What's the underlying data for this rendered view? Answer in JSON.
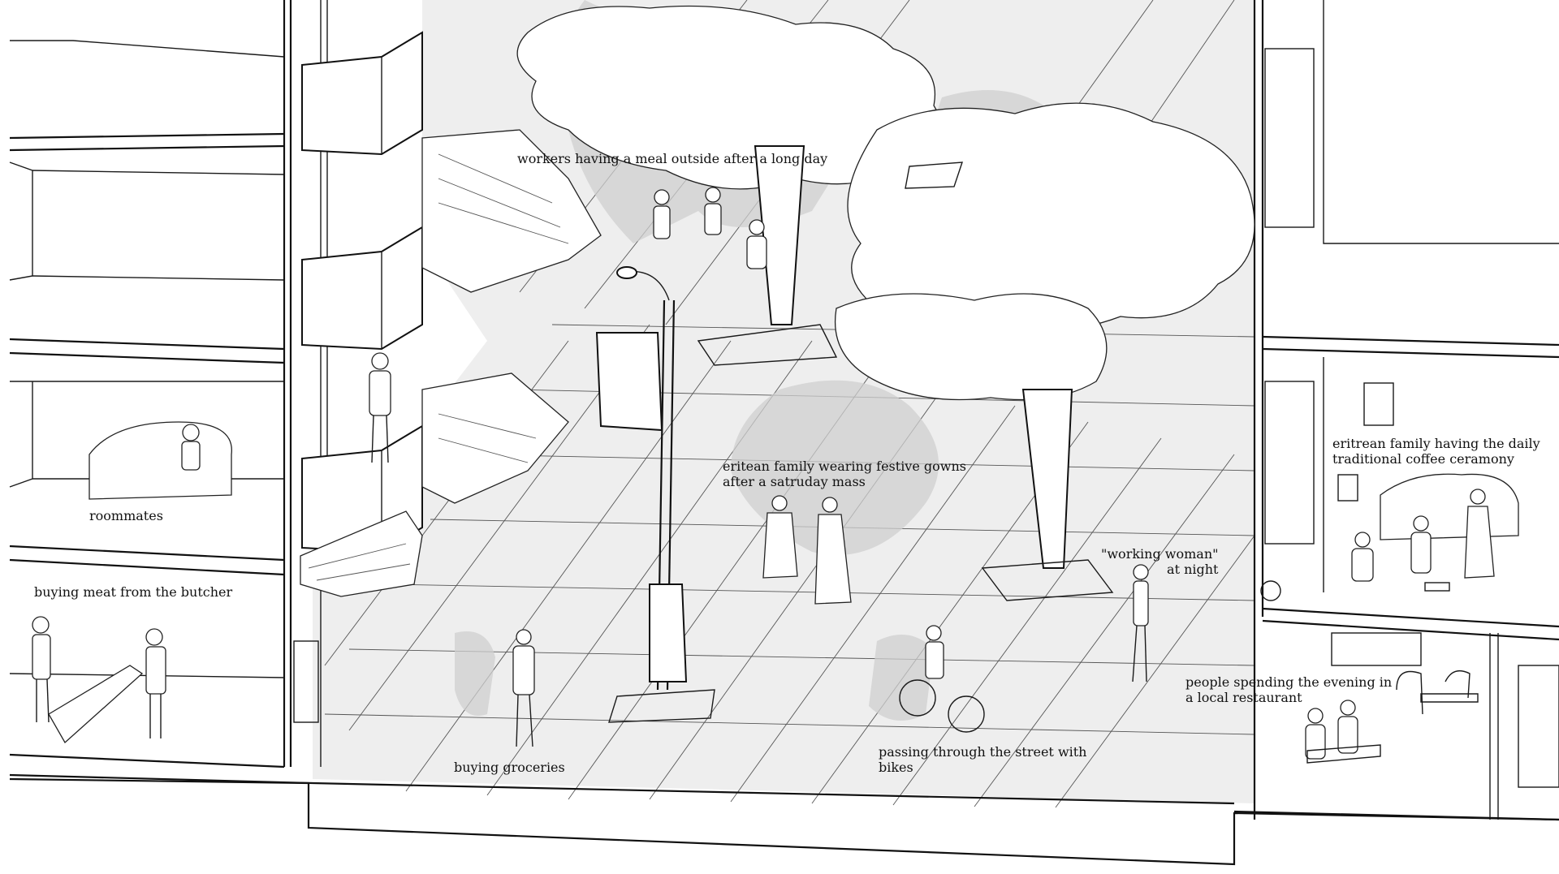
{
  "annotations": {
    "workers": [
      "workers having a meal outside after a long day"
    ],
    "roommates": [
      "roommates"
    ],
    "butcher": [
      "buying meat from the butcher"
    ],
    "festive_family": [
      "eritean family wearing festive gowns",
      "after a satruday mass"
    ],
    "coffee_ceremony": [
      "eritrean family having the daily",
      "traditional coffee ceramony"
    ],
    "working_woman": [
      "\"working woman\"",
      "at night"
    ],
    "restaurant": [
      "people spending the evening in",
      "a local restaurant"
    ],
    "bikes": [
      "passing through the street with",
      "bikes"
    ],
    "groceries": [
      "buying groceries"
    ]
  },
  "colors": {
    "paving": "#eeeeee",
    "shadow": "#cfcfcf",
    "ink": "#111111"
  }
}
